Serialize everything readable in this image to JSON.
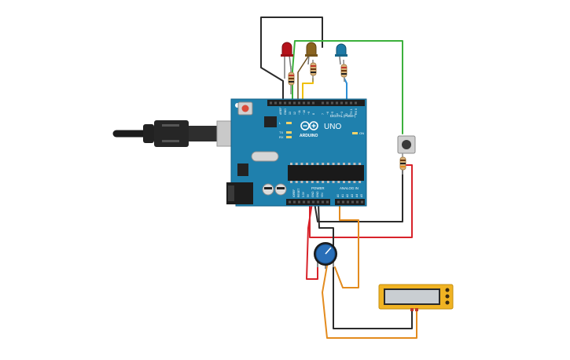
{
  "board": {
    "brand_label": "UNO",
    "sub_label": "ARDUINO",
    "digital_header_label": "DIGITAL (PWM~)",
    "power_header_label": "POWER",
    "analog_header_label": "ANALOG IN",
    "led_l_label": "L",
    "led_tx_label": "TX",
    "led_rx_label": "RX",
    "led_on_label": "ON",
    "aref_label": "AREF",
    "gnd_label": "GND",
    "pin13_label": "13",
    "pin12_label": "12",
    "pin11_label": "~11",
    "pin10_label": "~10",
    "pin9_label": "~9",
    "pin8_label": "8",
    "pin7_label": "7",
    "pin6_label": "~6",
    "pin5_label": "~5",
    "pin4_label": "4",
    "pin3_label": "~3",
    "pin2_label": "2",
    "pin1_label": "TX 1",
    "pin0_label": "RX 0",
    "ioref_label": "IOREF",
    "reset_label": "RESET",
    "v33_label": "3.3V",
    "v5_label": "5V",
    "vin_label": "VIN",
    "a0_label": "A0",
    "a1_label": "A1",
    "a2_label": "A2",
    "a3_label": "A3",
    "a4_label": "A4",
    "a5_label": "A5"
  },
  "components": {
    "led_colors": [
      "#b5121b",
      "#8a6420",
      "#1d79a6"
    ],
    "board_color": "#1f80ad",
    "lcd_frame_color": "#f0b323",
    "lcd_screen_color": "#c9ced2",
    "pot_color": "#2a6fb8"
  },
  "wires": {
    "black": "#2b2b2b",
    "green": "#3cb03c",
    "yellow": "#f0c000",
    "blue": "#2d8fd6",
    "red": "#d8232a",
    "orange": "#e38b1e"
  }
}
